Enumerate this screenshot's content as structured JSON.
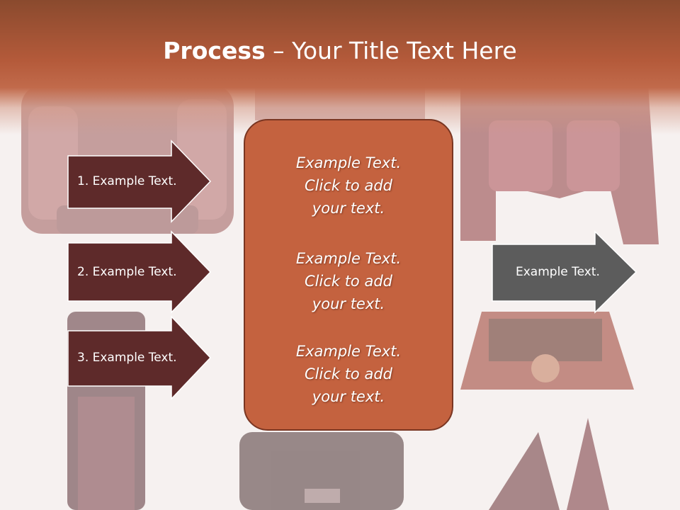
{
  "slide": {
    "title_bold": "Process",
    "title_rest": " – Your Title Text Here",
    "left_steps": [
      {
        "label": "1. Example Text."
      },
      {
        "label": "2. Example Text."
      },
      {
        "label": "3. Example Text."
      }
    ],
    "center_blocks": [
      {
        "line1": "Example Text.",
        "line2": "Click  to add",
        "line3": "your text."
      },
      {
        "line1": "Example Text.",
        "line2": "Click  to add",
        "line3": "your text."
      },
      {
        "line1": "Example Text.",
        "line2": "Click  to add",
        "line3": "your text."
      }
    ],
    "right_arrow": {
      "label": "Example Text."
    }
  },
  "colors": {
    "header": "#b45a3a",
    "left_arrow_fill": "#5e2a2a",
    "center_box_fill": "#c4623f",
    "right_arrow_fill": "#5c5c5c"
  }
}
